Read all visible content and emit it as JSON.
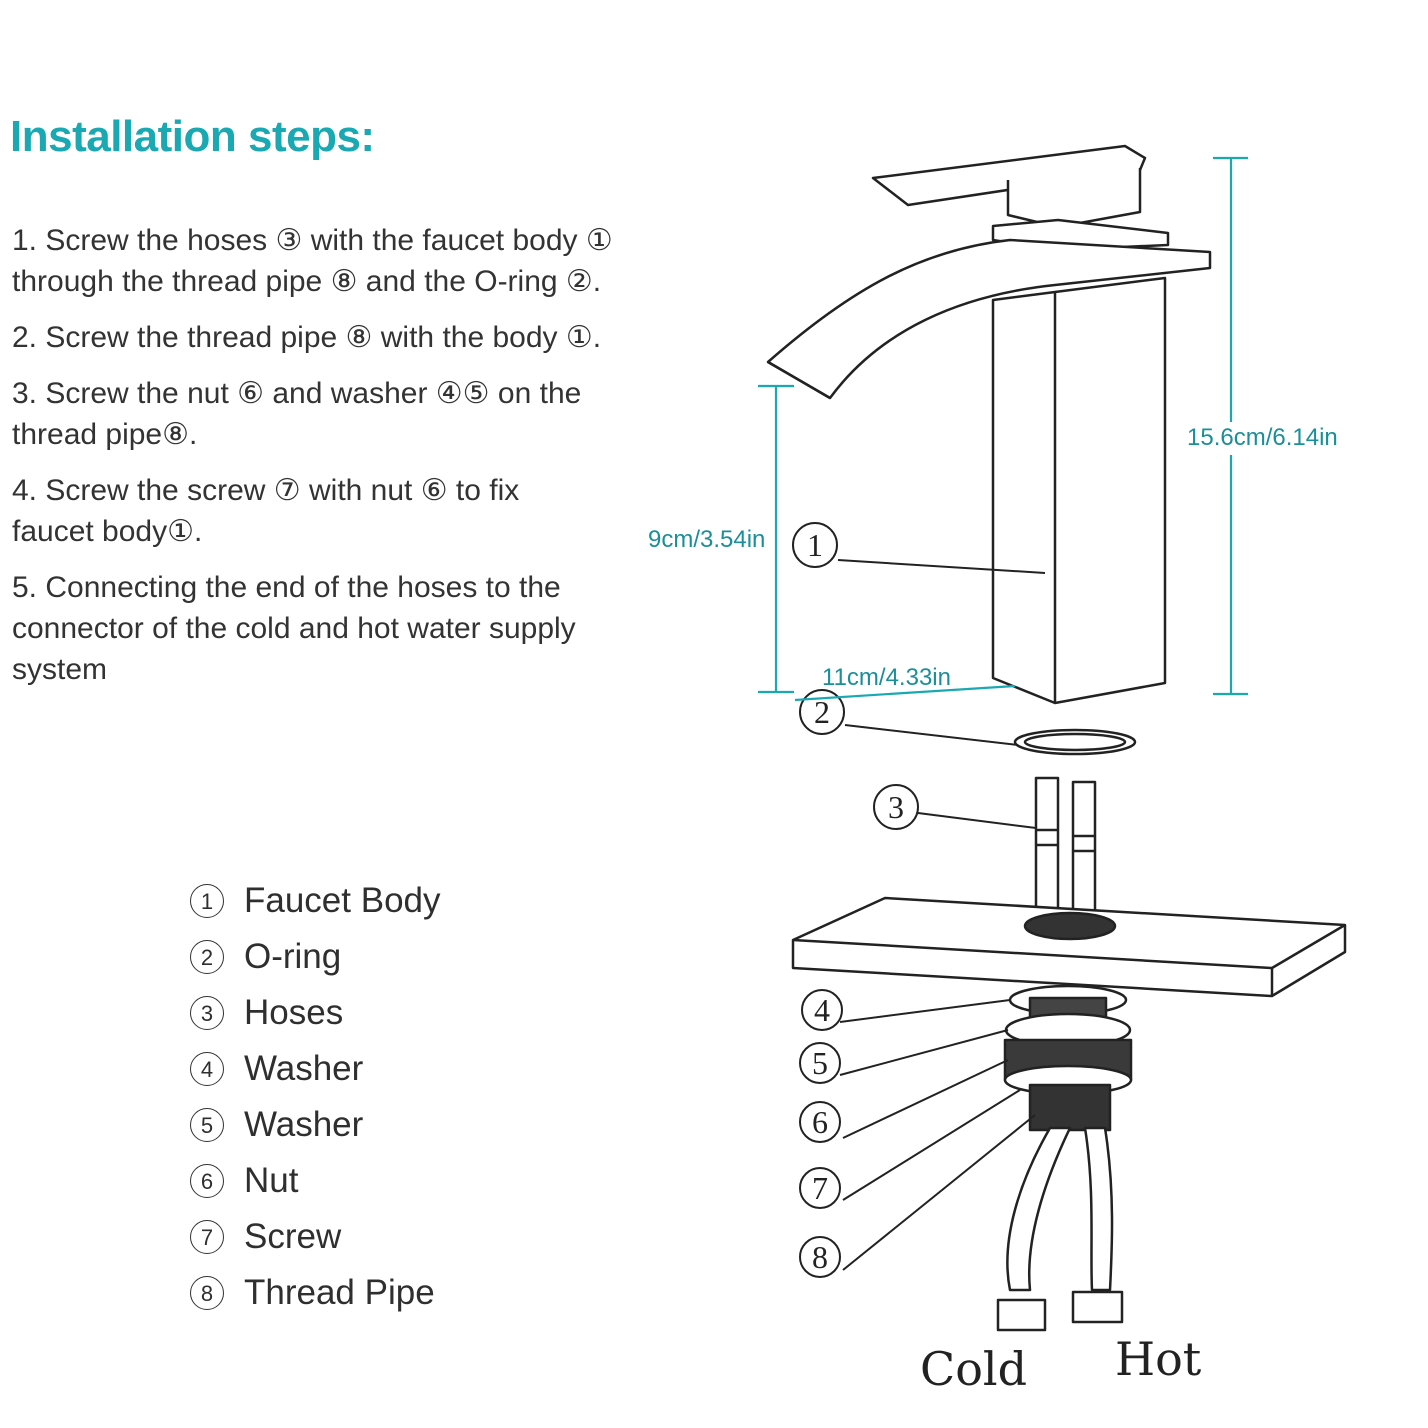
{
  "title": "Installation steps:",
  "steps": [
    {
      "line1": "1. Screw the hoses ③ with the faucet body ①",
      "line2": "through the thread pipe ⑧  and the O-ring ②."
    },
    {
      "line1": "2. Screw the thread pipe ⑧ with the body ①.",
      "line2": ""
    },
    {
      "line1": "3. Screw the nut ⑥  and washer ④⑤  on the",
      "line2": "thread pipe⑧."
    },
    {
      "line1": "4. Screw the screw ⑦  with nut ⑥  to fix",
      "line2": "faucet body①."
    },
    {
      "line1": "5. Connecting the end of the hoses to the",
      "line2": "connector of the cold and hot water supply",
      "line3": "system"
    }
  ],
  "parts": [
    {
      "num": "1",
      "name": "Faucet Body"
    },
    {
      "num": "2",
      "name": "O-ring"
    },
    {
      "num": "3",
      "name": "Hoses"
    },
    {
      "num": "4",
      "name": "Washer"
    },
    {
      "num": "5",
      "name": "Washer"
    },
    {
      "num": "6",
      "name": "Nut"
    },
    {
      "num": "7",
      "name": "Screw"
    },
    {
      "num": "8",
      "name": "Thread Pipe"
    }
  ],
  "dimensions": {
    "height_total": "15.6cm/6.14in",
    "spout_height": "9cm/3.54in",
    "depth": "11cm/4.33in"
  },
  "callouts": [
    "1",
    "2",
    "3",
    "4",
    "5",
    "6",
    "7",
    "8"
  ],
  "water_labels": {
    "cold": "Cold",
    "hot": "Hot"
  },
  "colors": {
    "accent": "#1aa9b3",
    "dimension": "#1a8f99",
    "line": "#222222"
  }
}
